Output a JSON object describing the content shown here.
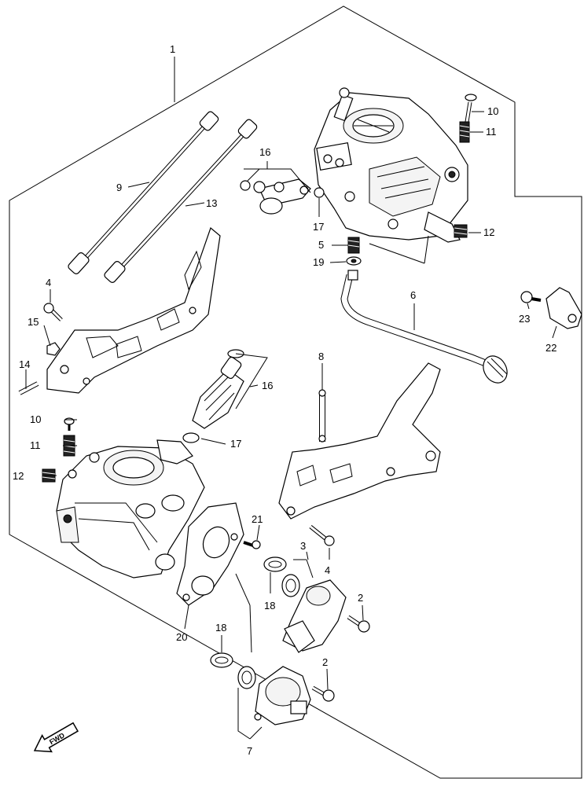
{
  "labels": {
    "p1": "1",
    "p2a": "2",
    "p2b": "2",
    "p3": "3",
    "p4a": "4",
    "p4b": "4",
    "p5": "5",
    "p6": "6",
    "p7": "7",
    "p8": "8",
    "p9": "9",
    "p10a": "10",
    "p10b": "10",
    "p11a": "11",
    "p11b": "11",
    "p12a": "12",
    "p12b": "12",
    "p13": "13",
    "p14": "14",
    "p15": "15",
    "p16a": "16",
    "p16b": "16",
    "p17a": "17",
    "p17b": "17",
    "p18a": "18",
    "p18b": "18",
    "p19": "19",
    "p20": "20",
    "p21": "21",
    "p22": "22",
    "p23": "23"
  },
  "fwd_arrow": {
    "text": "FWD",
    "icon": "fwd-arrow-icon"
  }
}
